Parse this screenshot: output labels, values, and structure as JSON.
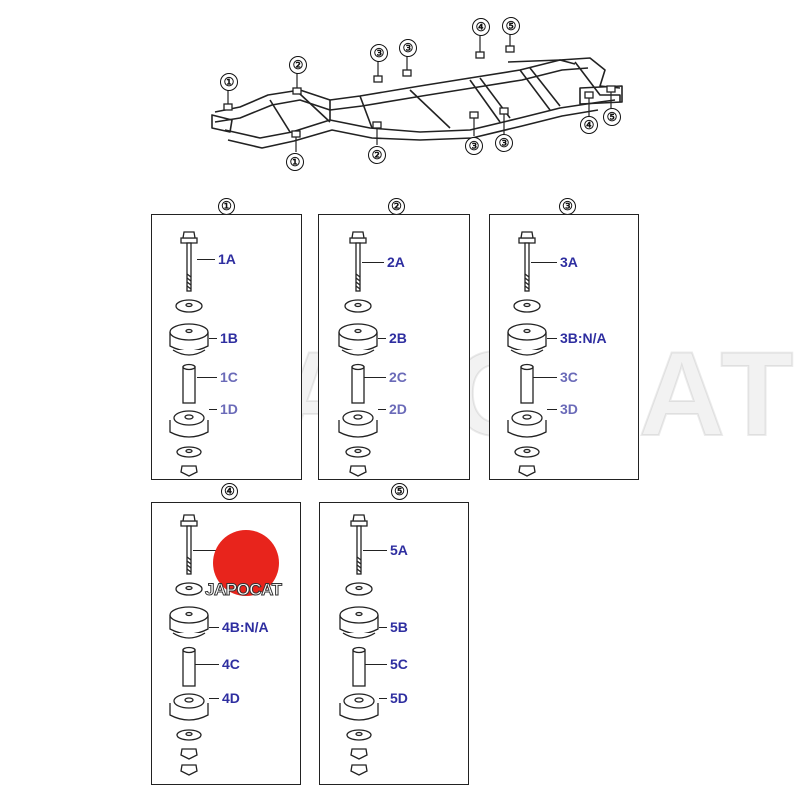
{
  "frame_diagram": {
    "callouts": [
      {
        "id": "c1a",
        "label": "①"
      },
      {
        "id": "c1b",
        "label": "①"
      },
      {
        "id": "c2a",
        "label": "②"
      },
      {
        "id": "c2b",
        "label": "②"
      },
      {
        "id": "c3a",
        "label": "③"
      },
      {
        "id": "c3b",
        "label": "③"
      },
      {
        "id": "c3c",
        "label": "③"
      },
      {
        "id": "c3d",
        "label": "③"
      },
      {
        "id": "c4a",
        "label": "④"
      },
      {
        "id": "c4b",
        "label": "④"
      },
      {
        "id": "c5a",
        "label": "⑤"
      },
      {
        "id": "c5b",
        "label": "⑤"
      }
    ]
  },
  "panels": [
    {
      "number": "①",
      "parts": [
        "1A",
        "1B",
        "1C",
        "1D"
      ]
    },
    {
      "number": "②",
      "parts": [
        "2A",
        "2B",
        "2C",
        "2D"
      ]
    },
    {
      "number": "③",
      "parts": [
        "3A",
        "3B:N/A",
        "3C",
        "3D"
      ]
    },
    {
      "number": "④",
      "parts": [
        "",
        "4B:N/A",
        "4C",
        "4D"
      ]
    },
    {
      "number": "⑤",
      "parts": [
        "5A",
        "5B",
        "5C",
        "5D"
      ]
    }
  ],
  "watermark": {
    "text": "JAPOCAT"
  },
  "logo": {
    "text": "JAPOCAT",
    "color": "#e8241c"
  },
  "colors": {
    "label": "#2e2ea0",
    "line": "#222222"
  }
}
